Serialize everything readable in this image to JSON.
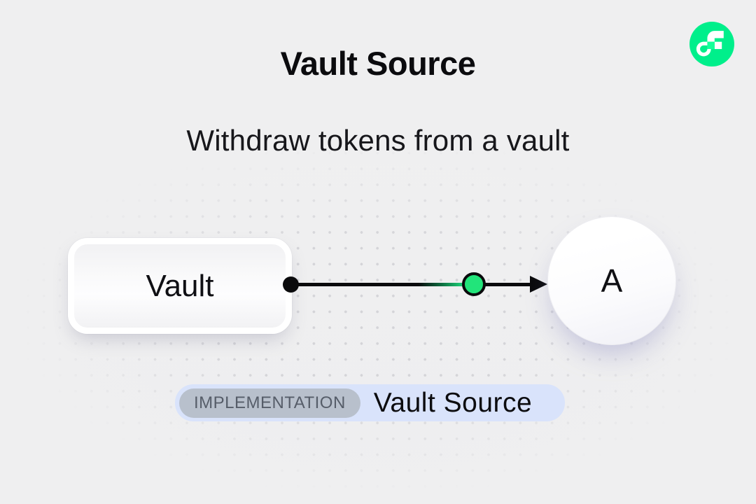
{
  "page": {
    "title": "Vault Source",
    "subtitle": "Withdraw tokens from a vault"
  },
  "logo": {
    "name": "Flow",
    "icon": "flow-logo"
  },
  "diagram": {
    "source_node": "Vault",
    "target_node": "A"
  },
  "badge": {
    "tag": "IMPLEMENTATION",
    "label": "Vault Source"
  },
  "colors": {
    "background": "#EFEFF0",
    "flow_green": "#00EF8B",
    "flow_green_light": "#16FF99",
    "token_dot_green": "#22E47A",
    "badge_bg": "#D9E3FB",
    "badge_tag_bg": "#B8C0CC",
    "badge_tag_text": "#565D69",
    "text_dark": "#0B0B0E",
    "dot_grid": "#CFCFD4"
  }
}
